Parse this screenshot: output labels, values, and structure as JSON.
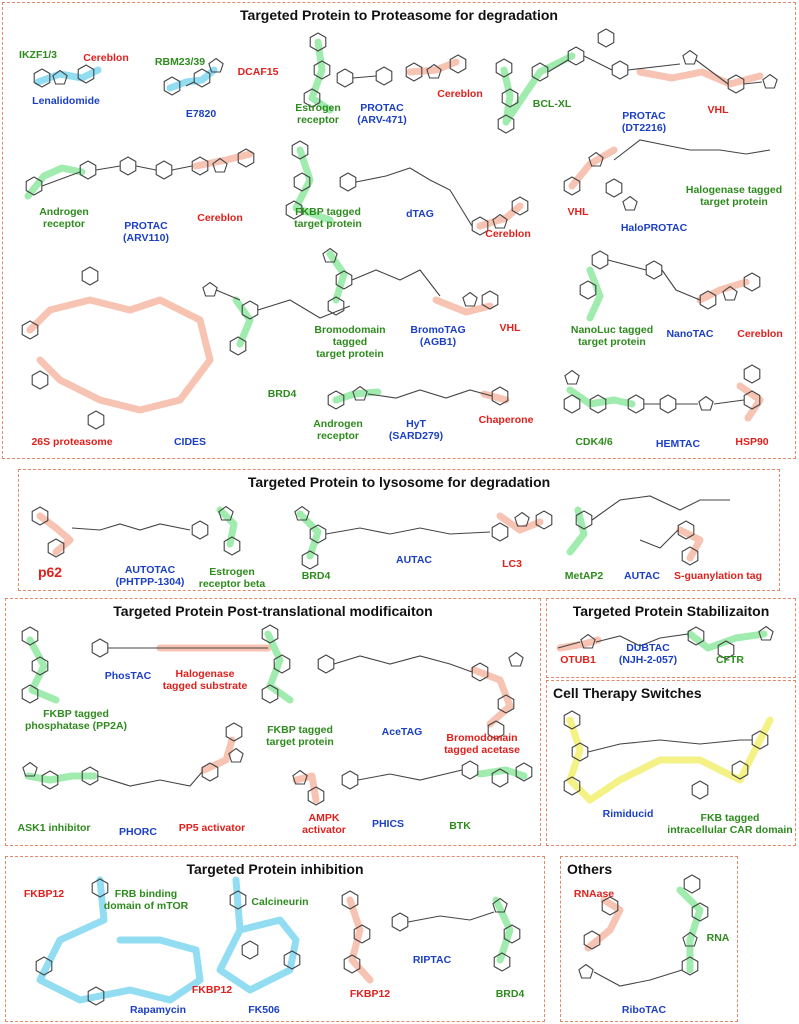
{
  "colors": {
    "target": "#2e8b1e",
    "ligase": "#e0201c",
    "name": "#1b3fc4",
    "panel_border": "#e08a6a",
    "hl_green": "#8fe8a0",
    "hl_red": "#f6b9a4",
    "hl_blue": "#7fd7f0",
    "hl_yellow": "#f2ee70"
  },
  "panels": {
    "proteasome": "Targeted Protein to Proteasome for degradation",
    "lysosome": "Targeted Protein to lysosome for degradation",
    "ptm": "Targeted Protein Post-translational modificaiton",
    "stabilization": "Targeted Protein Stabilizaiton",
    "cell_therapy": "Cell Therapy Switches",
    "inhibition": "Targeted Protein inhibition",
    "others": "Others"
  },
  "labels": {
    "p1_ikzf": "IKZF1/3",
    "p1_cereblon1": "Cereblon",
    "p1_lenalidomide": "Lenalidomide",
    "p1_rbm": "RBM23/39",
    "p1_dcaf15": "DCAF15",
    "p1_e7820": "E7820",
    "p1_er": "Estrogen\nreceptor",
    "p1_arv471": "PROTAC\n(ARV-471)",
    "p1_cereblon2": "Cereblon",
    "p1_bclxl": "BCL-XL",
    "p1_dt2216": "PROTAC\n(DT2216)",
    "p1_vhl1": "VHL",
    "p1_ar": "Androgen\nreceptor",
    "p1_arv110": "PROTAC\n(ARV110)",
    "p1_cereblon3": "Cereblon",
    "p1_fkbp": "FKBP tagged\ntarget protein",
    "p1_dtag": "dTAG",
    "p1_cereblon4": "Cereblon",
    "p1_vhl2": "VHL",
    "p1_halo": "HaloPROTAC",
    "p1_halotag": "Halogenase tagged\ntarget protein",
    "p1_26s": "26S proteasome",
    "p1_cides": "CIDES",
    "p1_brd4": "BRD4",
    "p1_bromo": "Bromodomain\ntagged\ntarget protein",
    "p1_bromotag": "BromoTAG\n(AGB1)",
    "p1_vhl3": "VHL",
    "p1_nanoluc": "NanoLuc tagged\ntarget protein",
    "p1_nanotac": "NanoTAC",
    "p1_cereblon5": "Cereblon",
    "p1_ar2": "Androgen\nreceptor",
    "p1_hyt": "HyT\n(SARD279)",
    "p1_chaperone": "Chaperone",
    "p1_cdk": "CDK4/6",
    "p1_hemtac": "HEMTAC",
    "p1_hsp90": "HSP90",
    "p2_p62": "p62",
    "p2_autotac": "AUTOTAC\n(PHTPP-1304)",
    "p2_erb": "Estrogen\nreceptor beta",
    "p2_brd4": "BRD4",
    "p2_autac": "AUTAC",
    "p2_lc3": "LC3",
    "p2_metap2": "MetAP2",
    "p2_autac2": "AUTAC",
    "p2_sguan": "S-guanylation tag",
    "p3_phostac": "PhosTAC",
    "p3_halosub": "Halogenase\ntagged substrate",
    "p3_fkbp_pp2a": "FKBP tagged\nphosphatase (PP2A)",
    "p3_fkbp_target": "FKBP tagged\ntarget protein",
    "p3_acetag": "AceTAG",
    "p3_bromo_acet": "Bromodomain\ntagged acetase",
    "p3_ask1": "ASK1 inhibitor",
    "p3_phorc": "PHORC",
    "p3_pp5": "PP5 activator",
    "p3_ampk": "AMPK\nactivator",
    "p3_phics": "PHICS",
    "p3_btk": "BTK",
    "p4_otub1": "OTUB1",
    "p4_dubtac": "DUBTAC\n(NJH-2-057)",
    "p4_cftr": "CFTR",
    "p5_rimiducid": "Rimiducid",
    "p5_fkb": "FKB tagged\nintracellular CAR domain",
    "p6_fkbp12a": "FKBP12",
    "p6_frb": "FRB binding\ndomain of mTOR",
    "p6_rapamycin": "Rapamycin",
    "p6_calcineurin": "Calcineurin",
    "p6_fkbp12b": "FKBP12",
    "p6_fk506": "FK506",
    "p6_riptac": "RIPTAC",
    "p6_fkbp12c": "FKBP12",
    "p6_brd4": "BRD4",
    "p7_rnaase": "RNAase",
    "p7_rna": "RNA",
    "p7_ribotac": "RiboTAC"
  }
}
